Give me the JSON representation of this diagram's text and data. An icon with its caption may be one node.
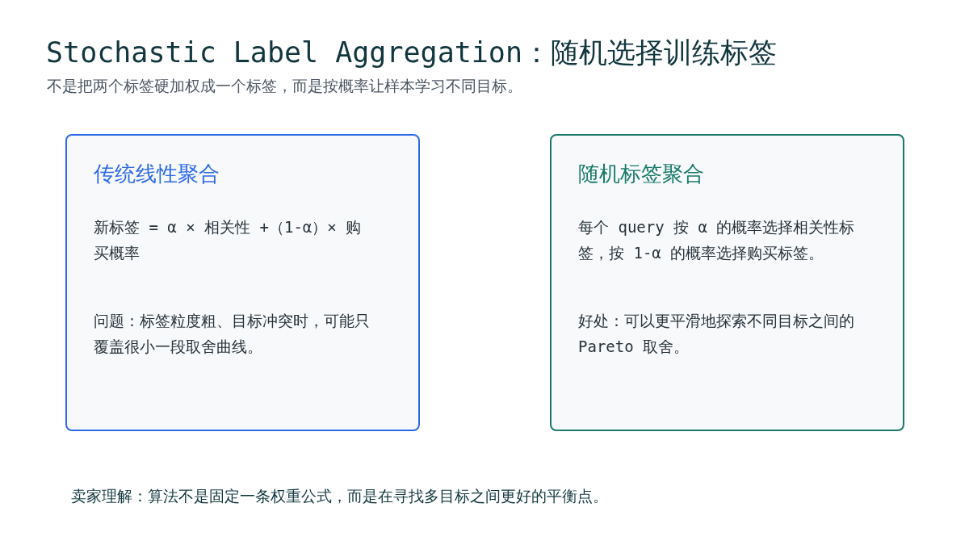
{
  "diagram": {
    "title": "Stochastic Label Aggregation：随机选择训练标签",
    "nodes": [
      {
        "text": [
          "传统线性聚合",
          "新标签 = α × 相关性 +（1-α）× 购买概率",
          "问题：标签粒度粗、目标冲突时，可能只覆盖很小一段取舍曲线。"
        ]
      },
      {
        "text": [
          "随机标签聚合",
          "每个 query 按 α 的概率选择相关性标签，按 1-α 的概率选择购买标签。",
          "好处：可以更平滑地探索不同目标之间的 Pareto 取舍。"
        ]
      }
    ],
    "labels": [
      "不是把两个标签硬加权成一个标签，而是按概率让样本学习不同目标。",
      "卖家理解：算法不是固定一条权重公式，而是在寻找多目标之间更好的平衡点。"
    ]
  }
}
